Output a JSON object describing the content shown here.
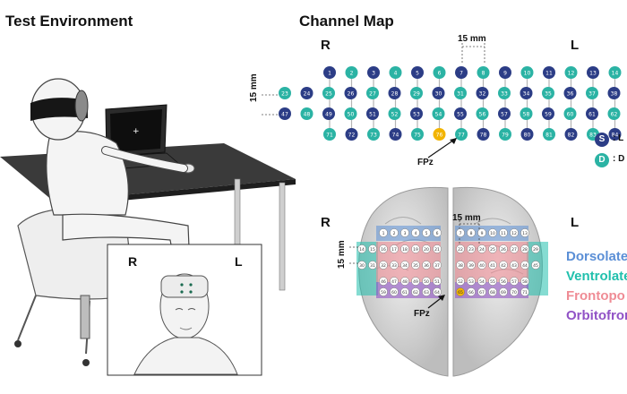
{
  "left_panel": {
    "title": "Test Environment",
    "inset_R": "R",
    "inset_L": "L"
  },
  "right_panel": {
    "title": "Channel Map",
    "map_R": "R",
    "map_L": "L",
    "spacing_top": "15 mm",
    "spacing_side": "15 mm",
    "fpz_label": "FPz",
    "legend_S": "S",
    "legend_S_text": ": L",
    "legend_D": "D",
    "legend_D_text": ": D",
    "brain_R": "R",
    "brain_L": "L",
    "brain_spacing_top": "15 mm",
    "brain_spacing_side": "15 mm",
    "brain_fpz": "FPz"
  },
  "regions": [
    {
      "label": "Dorsolate",
      "color": "#5b8fd6"
    },
    {
      "label": "Ventrolate",
      "color": "#21c0ad"
    },
    {
      "label": "Frontopo",
      "color": "#ef8c95"
    },
    {
      "label": "Orbitofron",
      "color": "#9152c6"
    }
  ],
  "colors": {
    "source": "#2c3d86",
    "detector": "#2bb3a4",
    "fpz": "#f2b400"
  },
  "channel_grid": {
    "row1": [
      "1",
      "2",
      "3",
      "4",
      "5",
      "6",
      "7",
      "8",
      "9",
      "10",
      "11",
      "12",
      "13",
      "14",
      "15",
      "16",
      "17",
      "18",
      "19",
      "20",
      "21",
      "22"
    ],
    "row2": [
      "23",
      "24",
      "25",
      "26",
      "27",
      "28",
      "29",
      "30",
      "31",
      "32",
      "33",
      "34",
      "35",
      "36",
      "37",
      "38",
      "39",
      "40",
      "41",
      "42",
      "43",
      "44",
      "45",
      "46"
    ],
    "row3": [
      "47",
      "48",
      "49",
      "50",
      "51",
      "52",
      "53",
      "54",
      "55",
      "56",
      "57",
      "58",
      "59",
      "60",
      "61",
      "62",
      "63",
      "64",
      "65",
      "66",
      "67",
      "68",
      "69",
      "70"
    ],
    "row4": [
      "71",
      "72",
      "73",
      "74",
      "75",
      "76",
      "77",
      "78",
      "79",
      "80",
      "81",
      "82",
      "83",
      "84",
      "85",
      "86",
      "87",
      "88",
      "89",
      "90",
      "91",
      "92"
    ]
  }
}
